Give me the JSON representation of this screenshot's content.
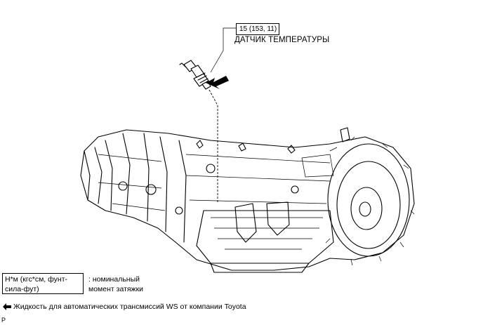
{
  "callout": {
    "torque_value": "15 (153, 11)",
    "part_name": "ДАТЧИК ТЕМПЕРАТУРЫ"
  },
  "legend": {
    "box_line1": "Н*м (кгс*см, фунт-",
    "box_line2": "сила-фут)",
    "desc_line1": ": номинальный",
    "desc_line2": "момент затяжки"
  },
  "fluid_note": "Жидкость для автоматических трансмиссий WS от компании Toyota",
  "corner_mark": "P"
}
